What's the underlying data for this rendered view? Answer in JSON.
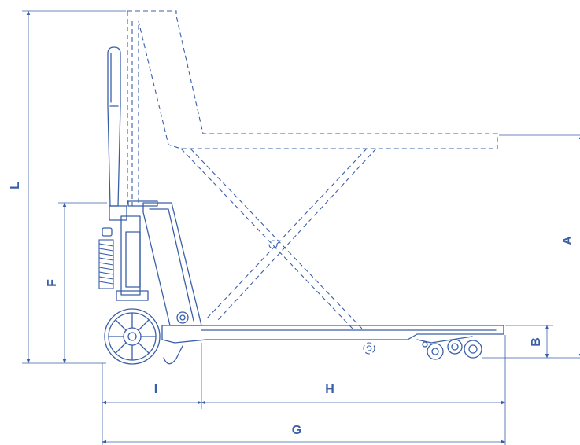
{
  "labels": {
    "L": "L",
    "F": "F",
    "A": "A",
    "B": "B",
    "I": "I",
    "H": "H",
    "G": "G"
  },
  "colors": {
    "line": "#3a5fa8",
    "background": "#ffffff"
  }
}
